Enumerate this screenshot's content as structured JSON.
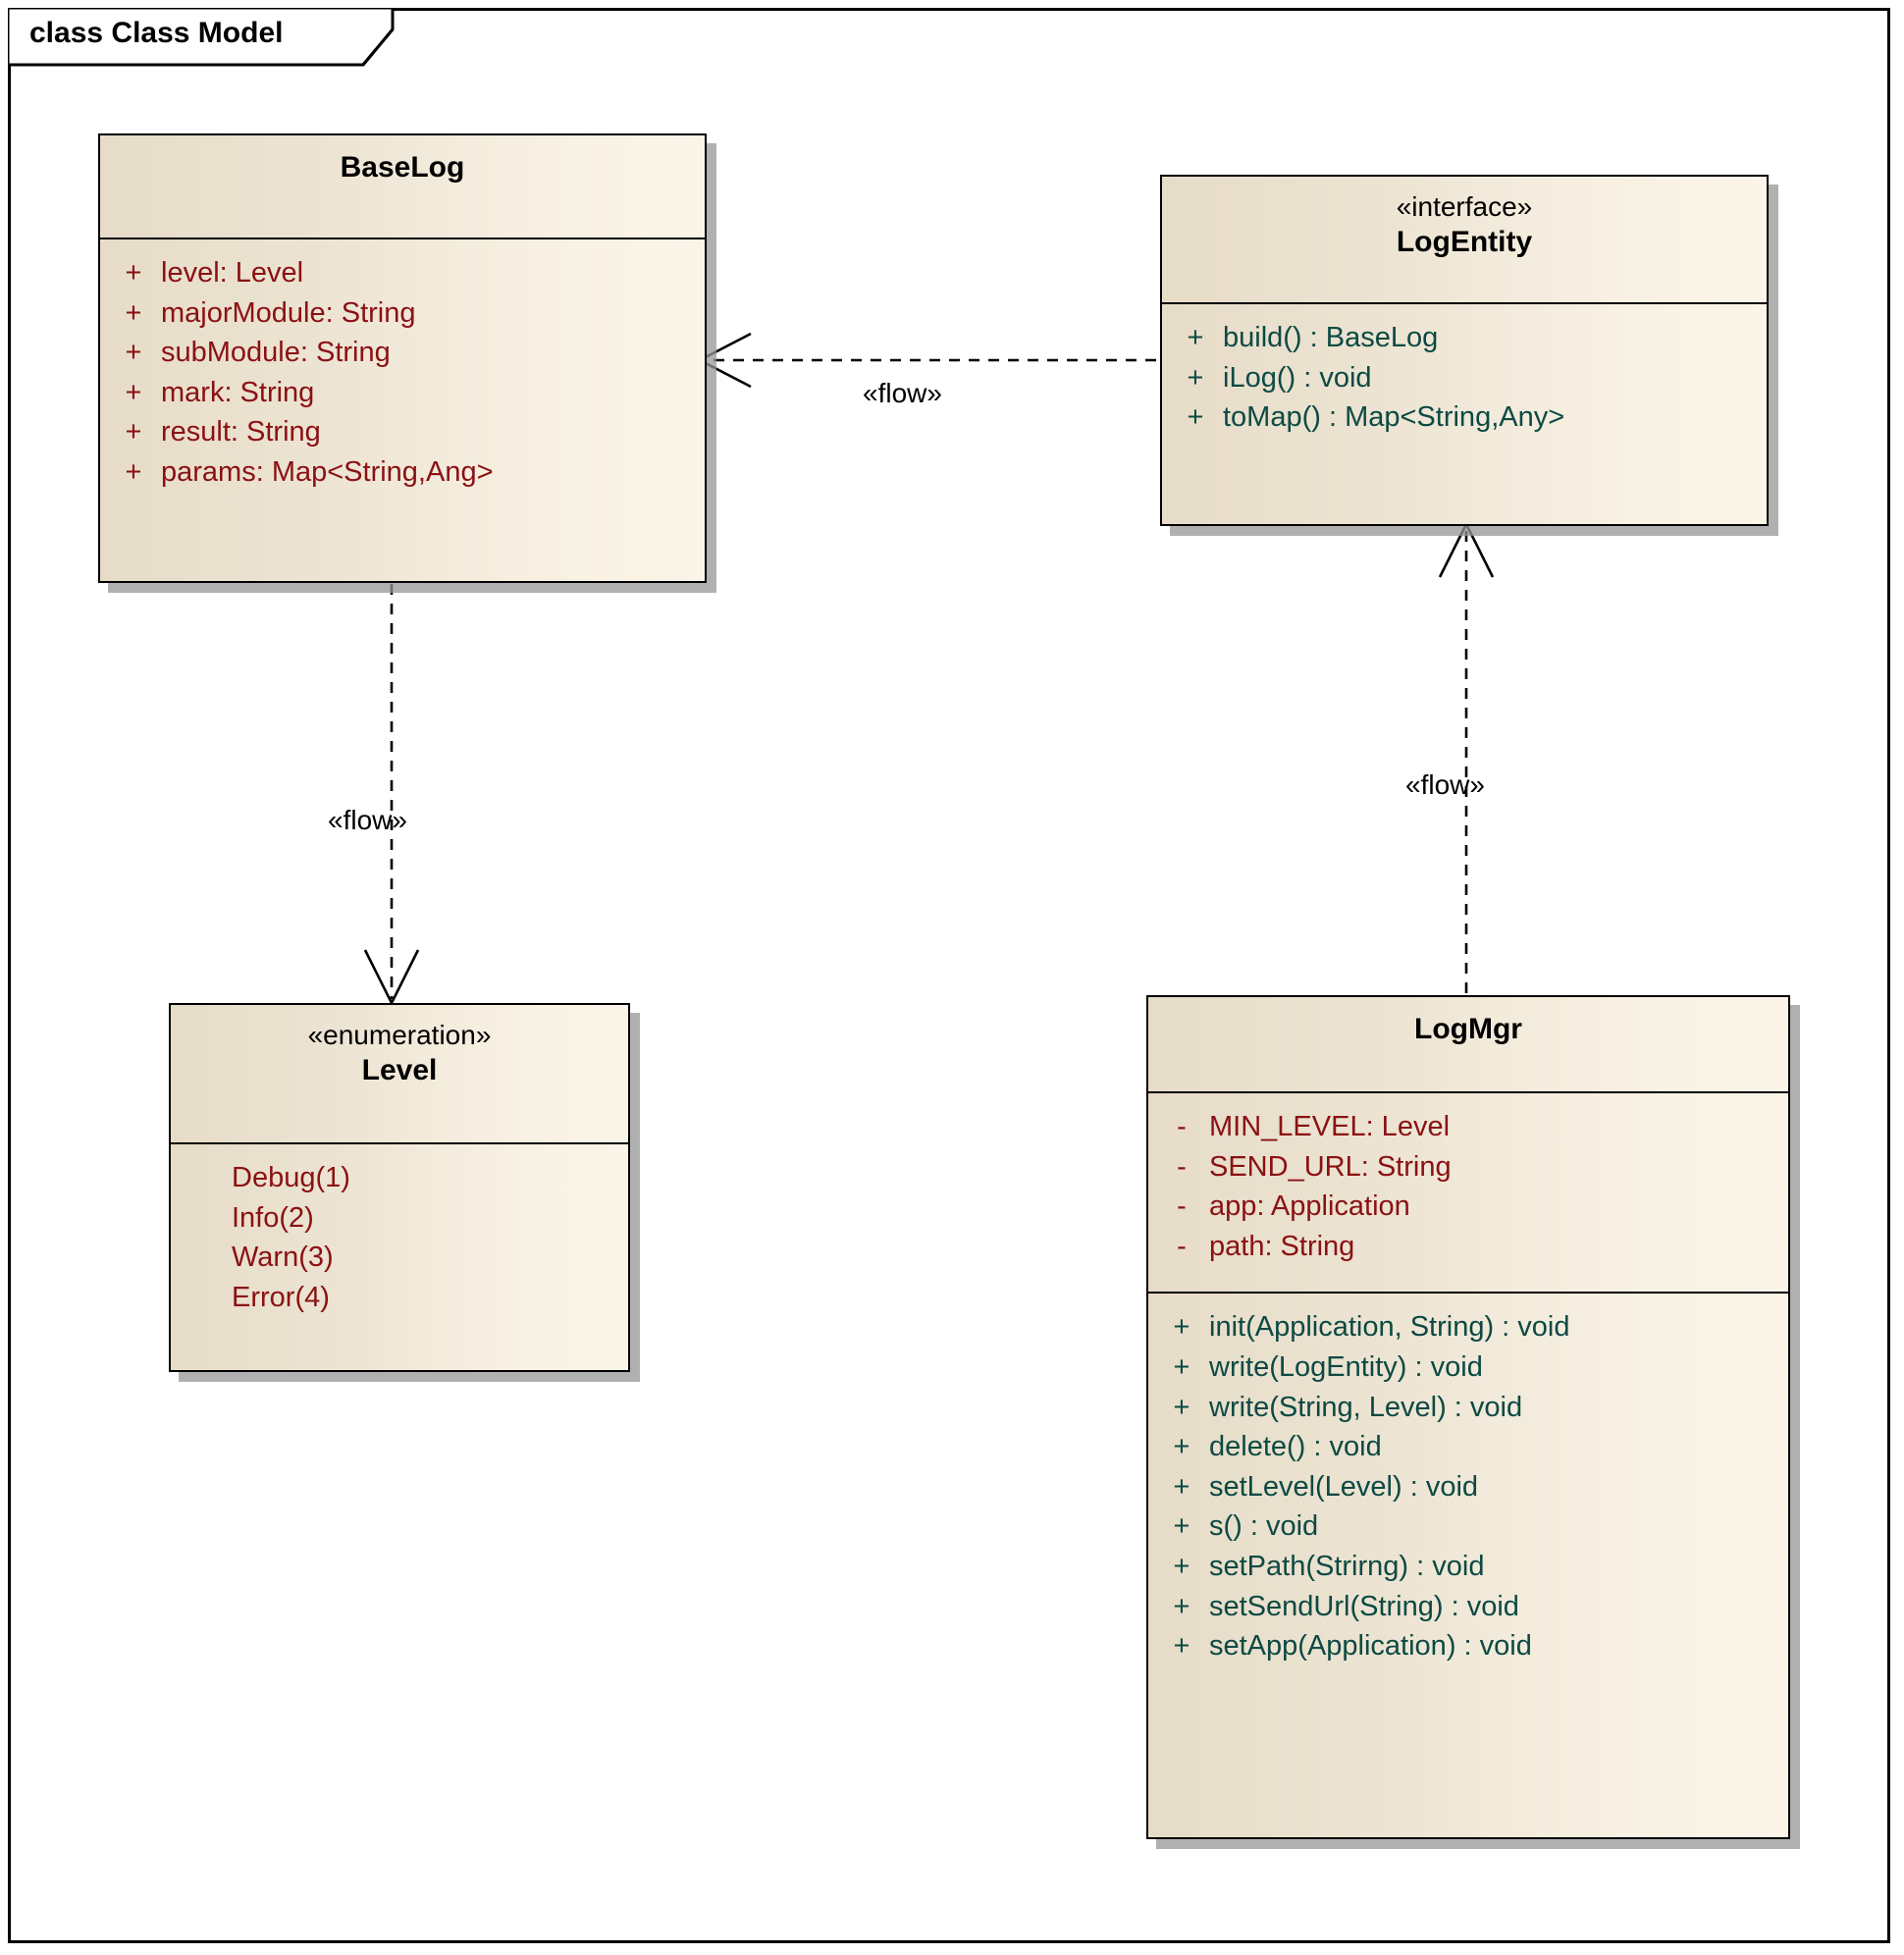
{
  "frame": {
    "label": "class Class Model"
  },
  "diagram": {
    "type": "uml-class-diagram",
    "accent_attribute_color": "#8b1113",
    "accent_operation_color": "#0c4a43",
    "box_fill_color": "#f4ead8",
    "border_color": "#000000",
    "shadow_color": "#969696"
  },
  "classes": {
    "baselog": {
      "name": "BaseLog",
      "stereotype": "",
      "attributes": [
        {
          "visibility": "+",
          "text": "level:  Level"
        },
        {
          "visibility": "+",
          "text": "majorModule:  String"
        },
        {
          "visibility": "+",
          "text": "subModule:  String"
        },
        {
          "visibility": "+",
          "text": "mark:  String"
        },
        {
          "visibility": "+",
          "text": "result:  String"
        },
        {
          "visibility": "+",
          "text": "params:  Map<String,Ang>"
        }
      ],
      "operations": []
    },
    "logentity": {
      "name": "LogEntity",
      "stereotype": "«interface»",
      "attributes": [],
      "operations": [
        {
          "visibility": "+",
          "text": "build() : BaseLog"
        },
        {
          "visibility": "+",
          "text": "iLog() : void"
        },
        {
          "visibility": "+",
          "text": "toMap() : Map<String,Any>"
        }
      ]
    },
    "level": {
      "name": "Level",
      "stereotype": "«enumeration»",
      "literals": [
        {
          "visibility": "",
          "text": "Debug(1)"
        },
        {
          "visibility": "",
          "text": "Info(2)"
        },
        {
          "visibility": "",
          "text": "Warn(3)"
        },
        {
          "visibility": "",
          "text": "Error(4)"
        }
      ]
    },
    "logmgr": {
      "name": "LogMgr",
      "stereotype": "",
      "attributes": [
        {
          "visibility": "-",
          "text": "MIN_LEVEL:  Level"
        },
        {
          "visibility": "-",
          "text": "SEND_URL:  String"
        },
        {
          "visibility": "-",
          "text": "app:  Application"
        },
        {
          "visibility": "-",
          "text": "path:  String"
        }
      ],
      "operations": [
        {
          "visibility": "+",
          "text": "init(Application, String) : void"
        },
        {
          "visibility": "+",
          "text": "write(LogEntity) : void"
        },
        {
          "visibility": "+",
          "text": "write(String, Level) : void"
        },
        {
          "visibility": "+",
          "text": "delete() : void"
        },
        {
          "visibility": "+",
          "text": "setLevel(Level) : void"
        },
        {
          "visibility": "+",
          "text": "s() : void"
        },
        {
          "visibility": "+",
          "text": "setPath(Strirng) : void"
        },
        {
          "visibility": "+",
          "text": "setSendUrl(String) : void"
        },
        {
          "visibility": "+",
          "text": "setApp(Application) : void"
        }
      ]
    }
  },
  "connectors": [
    {
      "id": "logentity-to-baselog",
      "label": "«flow»",
      "style": "dashed-open-arrow",
      "from": "LogEntity",
      "to": "BaseLog"
    },
    {
      "id": "baselog-to-level",
      "label": "«flow»",
      "style": "dashed-open-arrow",
      "from": "BaseLog",
      "to": "Level"
    },
    {
      "id": "logmgr-to-logentity",
      "label": "«flow»",
      "style": "dashed-open-arrow",
      "from": "LogMgr",
      "to": "LogEntity"
    }
  ]
}
